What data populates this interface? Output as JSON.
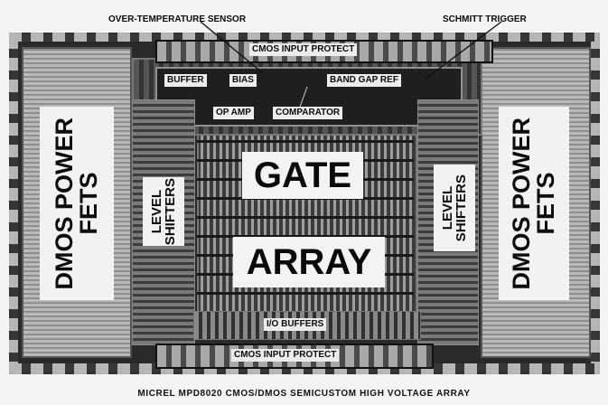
{
  "callouts": {
    "over_temperature_sensor": "OVER-TEMPERATURE SENSOR",
    "schmitt_trigger": "SCHMITT TRIGGER"
  },
  "blocks": {
    "cmos_input_protect_top": "CMOS INPUT PROTECT",
    "buffer": "BUFFER",
    "bias": "BIAS",
    "band_gap_ref": "BAND GAP REF",
    "op_amp": "OP AMP",
    "comparator": "COMPARATOR",
    "dmos_power_fets_left": "DMOS POWER\nFETS",
    "dmos_power_fets_right": "DMOS POWER\nFETS",
    "level_shifters_left": "LEVEL\nSHIFTERS",
    "level_shifters_right": "LEVEL\nSHIFTERS",
    "gate": "GATE",
    "array": "ARRAY",
    "io_buffers": "I/O BUFFERS",
    "cmos_input_protect_bottom": "CMOS INPUT PROTECT"
  },
  "caption": "MICREL MPD8020 CMOS/DMOS SEMICUSTOM HIGH VOLTAGE ARRAY"
}
